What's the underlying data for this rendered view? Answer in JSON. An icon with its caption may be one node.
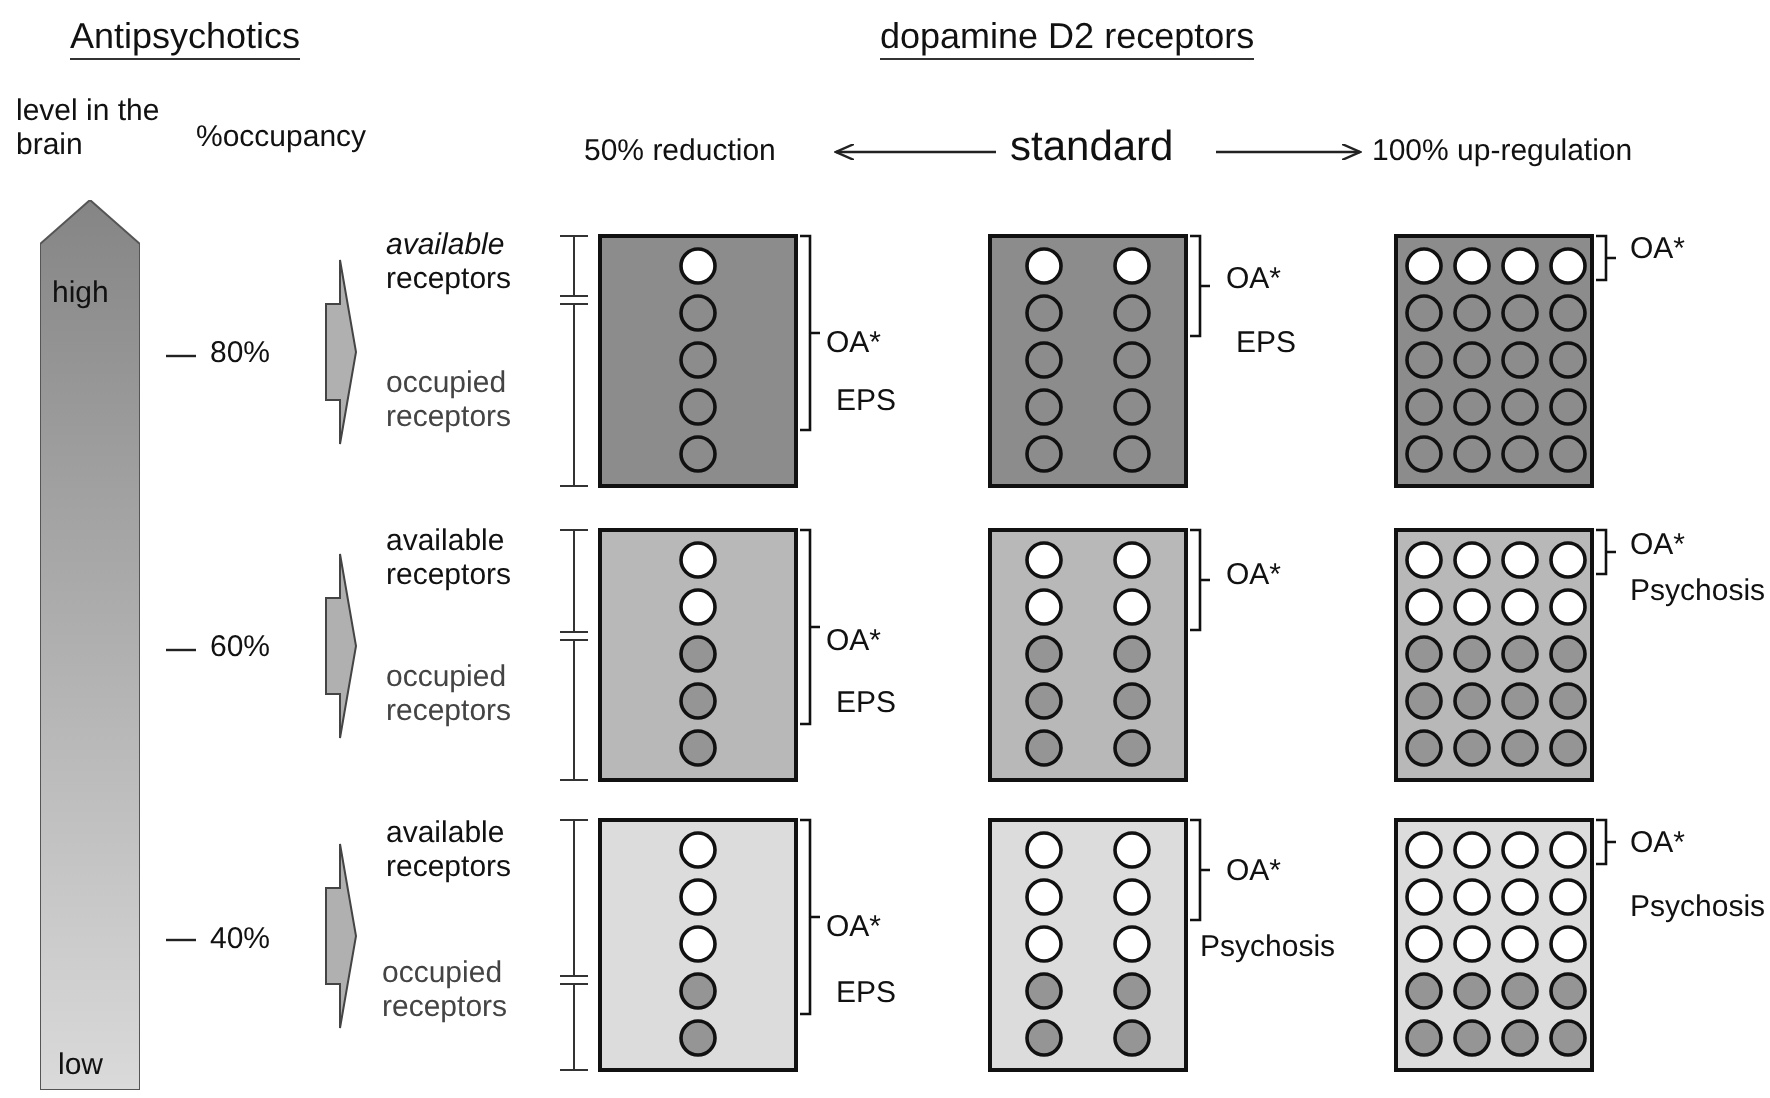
{
  "diagram": {
    "nodes": [
      {
        "text": [
          "high",
          "low"
        ]
      },
      {
        "text": [
          "50% reduction"
        ]
      },
      {
        "text": [
          "standard"
        ]
      },
      {
        "text": [
          "100% up-regulation"
        ]
      }
    ],
    "edges": [
      {
        "from": 2,
        "to": 1,
        "arrow": "to"
      },
      {
        "from": 2,
        "to": 3,
        "arrow": "to"
      }
    ],
    "labels": [
      "Antipsychotics",
      "dopamine D2 receptors",
      "level in the brain",
      "%occupancy",
      "80%",
      "*available* receptors",
      "occupied receptors",
      "OA*",
      "EPS",
      "OA*",
      "EPS",
      "OA*",
      "60%",
      "available receptors",
      "occupied receptors",
      "OA*",
      "EPS",
      "OA*",
      "OA*",
      "Psychosis",
      "40%",
      "available receptors",
      "occupied receptors",
      "OA*",
      "EPS",
      "OA*",
      "Psychosis",
      "OA*",
      "Psychosis"
    ]
  }
}
